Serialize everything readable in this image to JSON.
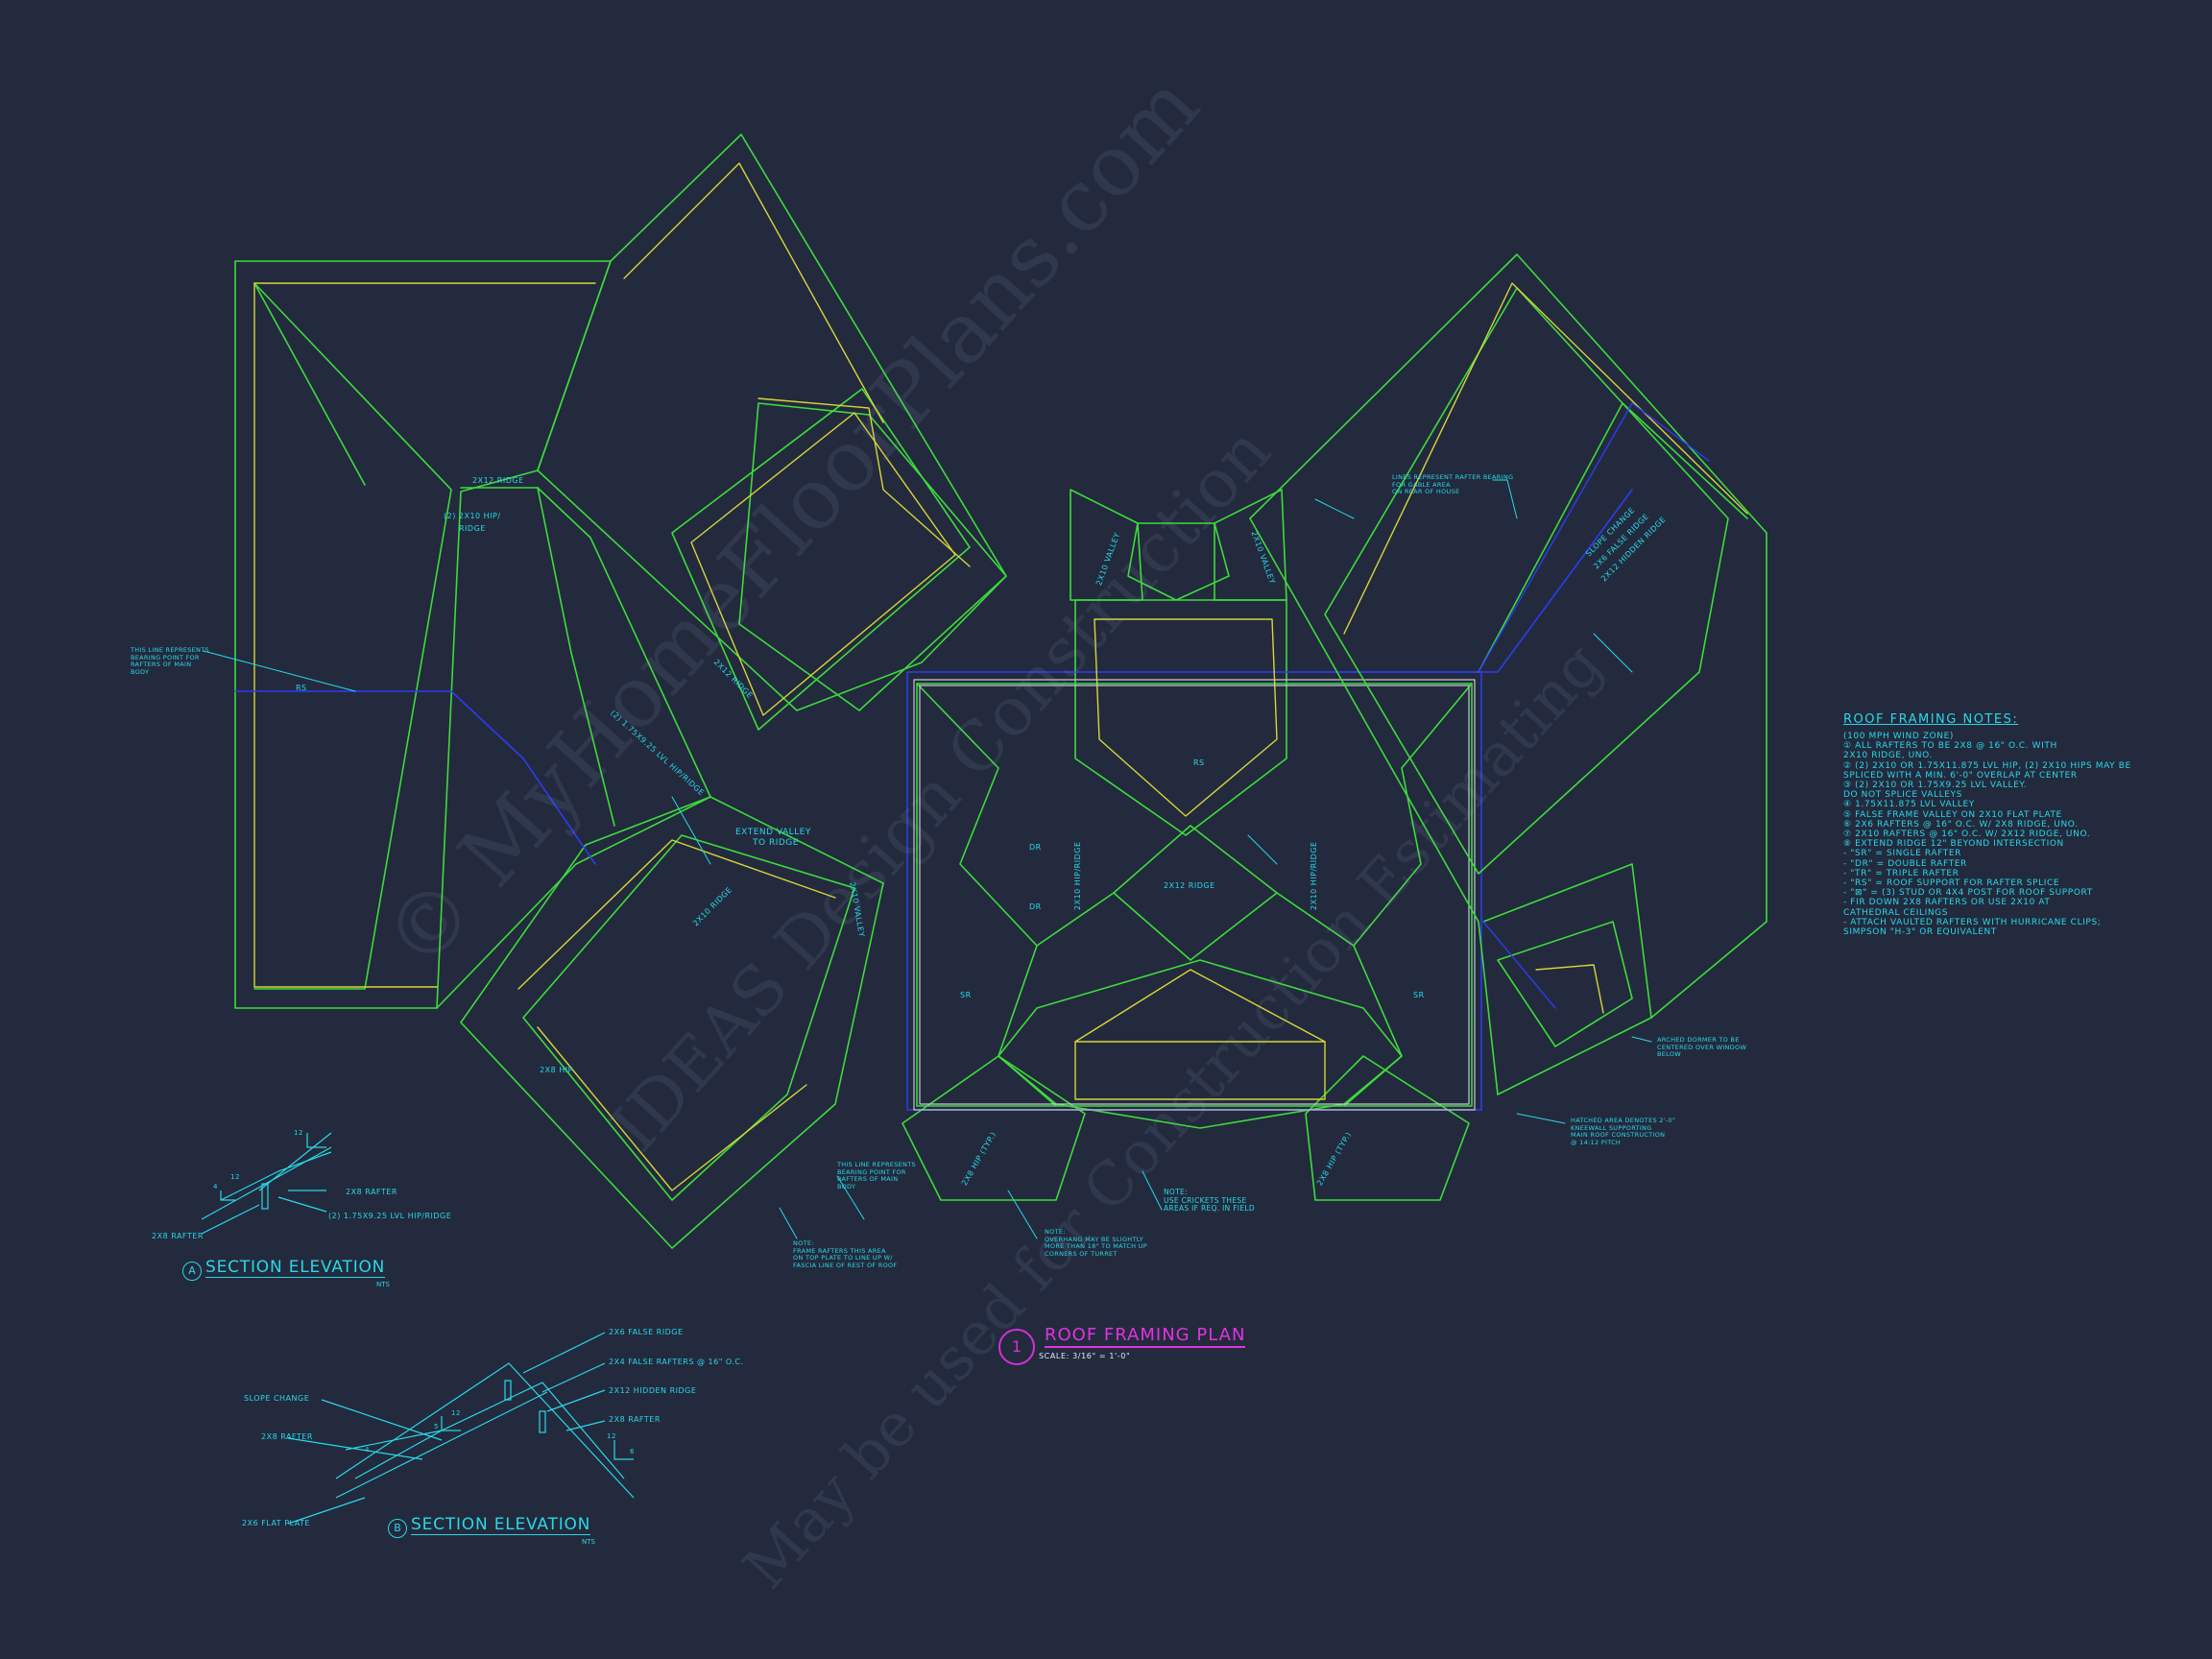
{
  "plan": {
    "badge": "1",
    "title": "ROOF FRAMING PLAN",
    "scale": "SCALE: 3/16\" = 1'-0\""
  },
  "roof_notes": {
    "title": "ROOF FRAMING NOTES:",
    "items": [
      "(100 MPH WIND ZONE)",
      "① ALL RAFTERS TO BE 2x8 @ 16\" O.C. WITH",
      "   2x10 RIDGE, UNO.",
      "② (2) 2x10 OR 1.75x11.875 LVL HIP, (2) 2x10 HIPS MAY BE",
      "   SPLICED WITH A MIN. 6'-0\" OVERLAP AT CENTER",
      "③ (2) 2x10 OR 1.75x9.25 LVL VALLEY.",
      "   DO NOT SPLICE VALLEYS",
      "④ 1.75x11.875 LVL VALLEY",
      "⑤ FALSE FRAME VALLEY ON 2x10 FLAT PLATE",
      "⑥ 2x6 RAFTERS @ 16\" O.C. W/ 2x8 RIDGE, UNO.",
      "⑦ 2x10 RAFTERS @ 16\" O.C. W/ 2x12 RIDGE, UNO.",
      "⑧ EXTEND RIDGE 12\" BEYOND INTERSECTION",
      "- \"SR\" = SINGLE RAFTER",
      "- \"DR\" = DOUBLE RAFTER",
      "- \"TR\" = TRIPLE RAFTER",
      "- \"RS\" = ROOF SUPPORT FOR RAFTER SPLICE",
      "- \"⊠\" = (3) STUD OR 4x4 POST FOR ROOF SUPPORT",
      "- FIR DOWN 2x8 RAFTERS OR USE 2x10 AT",
      "   CATHEDRAL CEILINGS",
      "- ATTACH VAULTED RAFTERS WITH HURRICANE CLIPS;",
      "   SIMPSON \"H-3\" OR EQUIVALENT"
    ]
  },
  "section_a": {
    "badge": "A",
    "title": "SECTION ELEVATION",
    "nts": "NTS",
    "labels": [
      "2x8 RAFTER",
      "(2) 1.75x9.25 LVL HIP/RIDGE",
      "2x8 RAFTER"
    ],
    "pitch": [
      "12",
      "4",
      "12"
    ]
  },
  "section_b": {
    "badge": "B",
    "title": "SECTION ELEVATION",
    "nts": "NTS",
    "labels": [
      "2x6 FALSE RIDGE",
      "2x4 FALSE RAFTERS @ 16\" O.C.",
      "2x12 HIDDEN RIDGE",
      "2x8 RAFTER",
      "SLOPE CHANGE",
      "2x8 RAFTER",
      "2x6 FLAT PLATE"
    ],
    "pitch": [
      "12",
      "5",
      "4",
      "12",
      "6"
    ]
  },
  "plan_labels": {
    "ridge_2x12": "2x12 RIDGE",
    "hip_2x10": "(2) 2x10 HIP/",
    "ridge_word": "RIDGE",
    "lvl_ridge": "(2) 1.75x9.25 LVL HIP/RIDGE",
    "extend_valley": "EXTEND VALLEY",
    "to_ridge": "TO RIDGE",
    "ridge_2x10": "2x10 RIDGE",
    "ridge_2x12b": "2x12 RIDGE",
    "valley_2x10": "2x10 VALLEY",
    "valley_2x10b": "2x10 VALLEY",
    "valley_2x10c": "2x10 VALLEY",
    "center_ridge": "2x12 RIDGE",
    "rs": "RS",
    "dr": "DR",
    "sr": "SR",
    "hip_2x8": "2x8 HIP",
    "slope_change": "SLOPE CHANGE",
    "false_ridge": "2x6 FALSE RIDGE",
    "hidden_ridge": "2x12 HIDDEN RIDGE",
    "hip_typ": "2x8 HIP (TYP.)",
    "hip_ridge_2x10": "2x10 HIP/RIDGE",
    "hip_ridge_2x10b": "2x10 HIP/RIDGE"
  },
  "plan_notes": {
    "bearing_left": "THIS LINE REPRESENTS\nBEARING POINT FOR\nRAFTERS OF MAIN\nBODY",
    "bearing_bottom": "THIS LINE REPRESENTS\nBEARING POINT FOR\nRAFTERS OF MAIN\nBODY",
    "frame_note": "NOTE:\nFRAME RAFTERS THIS AREA\nON TOP PLATE TO LINE UP W/\nFASCIA LINE OF REST OF ROOF",
    "overhang_note": "NOTE:\nOVERHANG MAY BE SLIGHTLY\nMORE THAN 18\" TO MATCH UP\nCORNERS OF TURRET",
    "cricket_note": "NOTE:\nUSE CRICKETS THESE\nAREAS IF REQ. IN FIELD",
    "gable_note": "LINES REPRESENT RAFTER BEARING\nFOR GABLE AREA\nON REAR OF HOUSE",
    "hatched_note": "HATCHED AREA DENOTES 2'-0\"\nKNEEWALL SUPPORTING\nMAIN ROOF CONSTRUCTION\n@ 14:12 PITCH",
    "dormer_note": "ARCHED DORMER TO BE\nCENTERED OVER WINDOW\nBELOW"
  },
  "watermark": {
    "line1": "© MyHomeFloorPlans.com",
    "line2": "IDEAS Design Construction",
    "line3": "May be used for Construction Estimating"
  },
  "colors": {
    "background": "#232a3d",
    "green": "#3ddb3d",
    "yellow": "#d6d63a",
    "cyan": "#28d8e8",
    "blue": "#2c3cf0",
    "magenta": "#e232e2"
  }
}
